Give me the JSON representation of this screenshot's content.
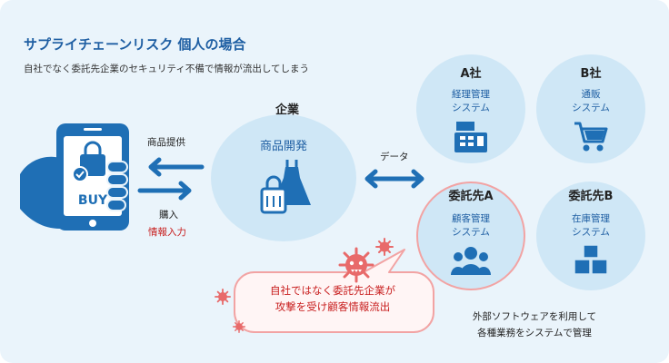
{
  "title": "サプライチェーンリスク 個人の場合",
  "subtitle": "自社でなく委託先企業のセキュリティ不備で情報が流出してしまう",
  "phone": {
    "buy_label": "BUY"
  },
  "flow": {
    "top_label": "商品提供",
    "bottom_label_1": "購入",
    "bottom_label_2": "情報入力",
    "data_label": "データ"
  },
  "company": {
    "heading": "企業",
    "label": "商品開発"
  },
  "company_a": {
    "heading": "A社",
    "line1": "経理管理",
    "line2": "システム"
  },
  "company_b": {
    "heading": "B社",
    "line1": "通販",
    "line2": "システム"
  },
  "contractor_a": {
    "heading": "委託先A",
    "line1": "顧客管理",
    "line2": "システム"
  },
  "contractor_b": {
    "heading": "委託先B",
    "line1": "在庫管理",
    "line2": "システム"
  },
  "callout": {
    "line1": "自社ではなく委託先企業が",
    "line2": "攻撃を受け顧客情報流出"
  },
  "footnote": {
    "line1": "外部ソフトウェアを利用して",
    "line2": "各種業務をシステムで管理"
  },
  "colors": {
    "primary": "#1f6fb5",
    "circle": "#cfe7f6",
    "alert": "#c81e1e",
    "virus": "#e86a6a"
  }
}
